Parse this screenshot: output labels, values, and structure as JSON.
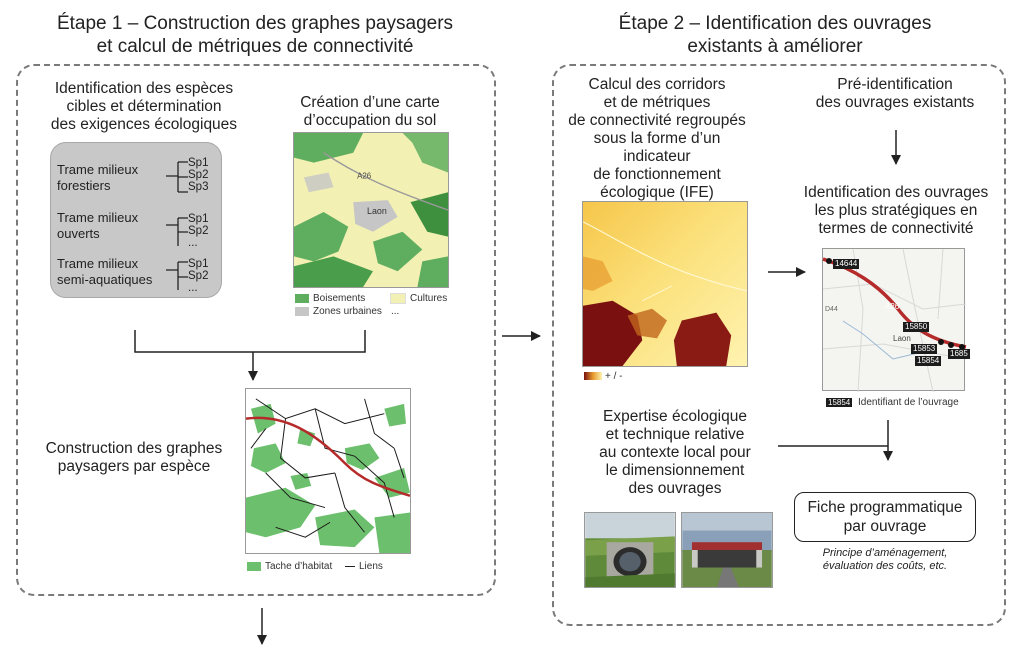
{
  "stage1": {
    "title_line1": "Étape 1 – Construction des graphes paysagers",
    "title_line2": "et calcul de métriques de connectivité",
    "species": {
      "line1": "Identification des espèces",
      "line2": "cibles et détermination",
      "line3": "des exigences écologiques"
    },
    "trames": [
      {
        "label_line1": "Trame milieux",
        "label_line2": "forestiers",
        "species": [
          "Sp1",
          "Sp2",
          "Sp3"
        ]
      },
      {
        "label_line1": "Trame milieux",
        "label_line2": "ouverts",
        "species": [
          "Sp1",
          "Sp2",
          "..."
        ]
      },
      {
        "label_line1": "Trame milieux",
        "label_line2": "semi-aquatiques",
        "species": [
          "Sp1",
          "Sp2",
          "..."
        ]
      }
    ],
    "landcover": {
      "line1": "Création d’une carte",
      "line2": "d’occupation du sol",
      "map_label_road": "A26",
      "map_label_city": "Laon",
      "legend": [
        {
          "label": "Boisements",
          "color": "#5fae5f"
        },
        {
          "label": "Cultures",
          "color": "#f3f0b4"
        },
        {
          "label": "Zones urbaines",
          "color": "#c6c6c6"
        },
        {
          "label": "...",
          "color": ""
        }
      ]
    },
    "graph": {
      "line1": "Construction des graphes",
      "line2": "paysagers par espèce",
      "legend_patch": "Tache d’habitat",
      "legend_links": "Liens",
      "patch_color": "#6cbf6c"
    }
  },
  "stage2": {
    "title_line1": "Étape 2 – Identification des ouvrages",
    "title_line2": "existants à améliorer",
    "ife": {
      "line1": "Calcul des corridors",
      "line2": "et de métriques",
      "line3": "de connectivité regroupés",
      "line4": "sous la forme d’un indicateur",
      "line5": "de fonctionnement",
      "line6": "écologique (IFE)",
      "scale_label": "+ / -"
    },
    "preid": {
      "line1": "Pré-identification",
      "line2": "des ouvrages existants"
    },
    "strategic": {
      "line1": "Identification des ouvrages",
      "line2": "les plus stratégiques en",
      "line3": "termes de connectivité",
      "map_ids": [
        "14644",
        "15850",
        "15853",
        "15854",
        "1685"
      ],
      "map_road": "A26",
      "map_road2": "D44",
      "map_city": "Laon",
      "legend_id": "15854",
      "legend_text": "Identifiant de l’ouvrage"
    },
    "expertise": {
      "line1": "Expertise écologique",
      "line2": "et technique relative",
      "line3": "au contexte local pour",
      "line4": "le dimensionnement",
      "line5": "des ouvrages"
    },
    "fiche": {
      "line1": "Fiche programmatique",
      "line2": "par ouvrage",
      "note_line1": "Principe d’aménagement,",
      "note_line2": "évaluation des coûts, etc."
    }
  },
  "colors": {
    "arrow": "#222222",
    "dash": "#7a7a7a",
    "forest": "#5fae5f",
    "crops": "#f3f0b4",
    "urban": "#c6c6c6",
    "road": "#b52a2a"
  }
}
